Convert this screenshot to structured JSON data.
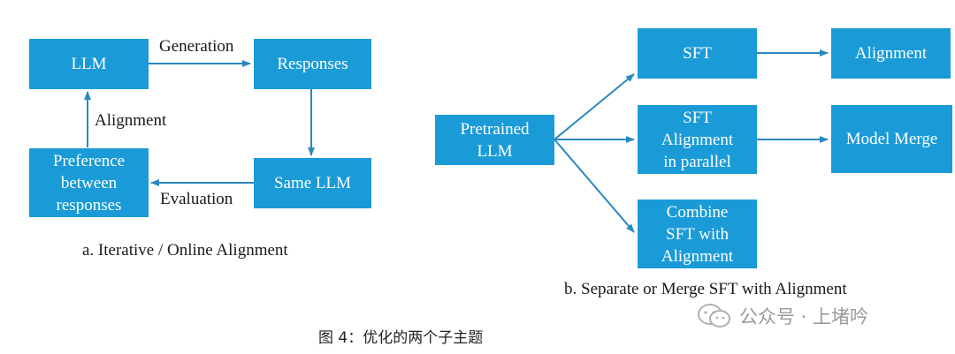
{
  "panel_a": {
    "llm": "LLM",
    "responses": "Responses",
    "same_llm": "Same LLM",
    "preference": "Preference\nbetween\nresponses",
    "edge_generation": "Generation",
    "edge_alignment": "Alignment",
    "edge_evaluation": "Evaluation",
    "caption": "a. Iterative / Online Alignment"
  },
  "panel_b": {
    "pretrained": "Pretrained\nLLM",
    "sft": "SFT",
    "alignment": "Alignment",
    "sft_parallel": "SFT\nAlignment\nin parallel",
    "model_merge": "Model Merge",
    "combine": "Combine\nSFT with\nAlignment",
    "caption": "b. Separate or Merge SFT with Alignment"
  },
  "figure_caption": "图 4：优化的两个子主题",
  "watermark": {
    "text": "公众号 · 上堵吟",
    "icon": "wechat-logo-icon"
  },
  "colors": {
    "box_fill": "#1a9bd7",
    "arrow": "#2a88c0",
    "text": "#1a1a1a"
  }
}
